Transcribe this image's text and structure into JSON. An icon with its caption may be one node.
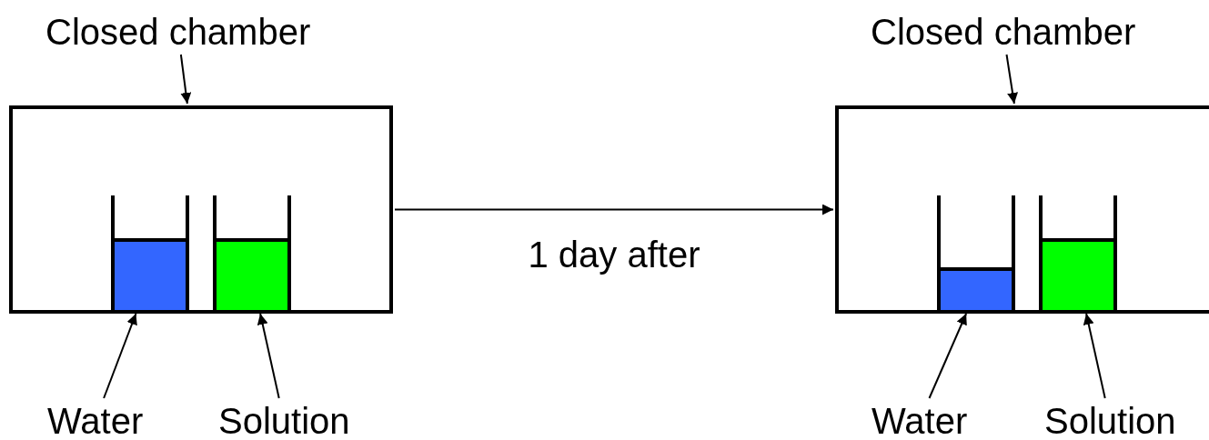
{
  "diagram": {
    "nodes": [
      {
        "text": [
          "Closed chamber"
        ]
      },
      {
        "text": [],
        "shape": "box"
      },
      {
        "text": [],
        "shape": "box",
        "in": 1
      },
      {
        "text": [],
        "shape": "box",
        "in": 1
      },
      {
        "text": [
          "Water"
        ]
      },
      {
        "text": [
          "Solution"
        ]
      },
      {
        "text": [
          "Closed chamber"
        ]
      },
      {
        "text": [],
        "shape": "box"
      },
      {
        "text": [],
        "shape": "box",
        "in": 7
      },
      {
        "text": [],
        "shape": "box",
        "in": 7
      },
      {
        "text": [
          "Water"
        ]
      },
      {
        "text": [
          "Solution"
        ]
      }
    ],
    "edges": [
      {
        "from": 0,
        "to": 1,
        "arrow": "to"
      },
      {
        "from": 4,
        "to": 2,
        "arrow": "to"
      },
      {
        "from": 5,
        "to": 3,
        "arrow": "to"
      },
      {
        "from": 1,
        "to": 7,
        "arrow": "to",
        "label": "1 day after"
      },
      {
        "from": 6,
        "to": 7,
        "arrow": "to"
      },
      {
        "from": 10,
        "to": 8,
        "arrow": "to"
      },
      {
        "from": 11,
        "to": 9,
        "arrow": "to"
      }
    ]
  }
}
